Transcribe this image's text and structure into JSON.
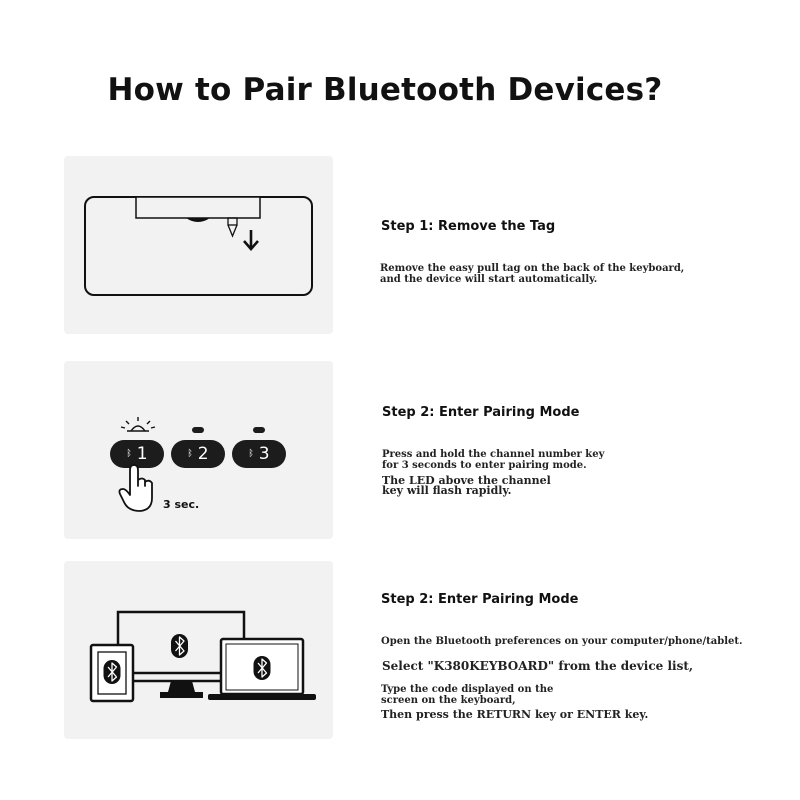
{
  "page": {
    "title": "How to Pair Bluetooth Devices?"
  },
  "steps": [
    {
      "title": "Step 1: Remove the Tag",
      "lines": [
        "Remove the easy pull tag on the back of the keyboard,",
        " and the device will start automatically."
      ]
    },
    {
      "title": "Step 2: Enter Pairing Mode",
      "lines": [
        "Press and hold the channel number key",
        " for 3 seconds to enter pairing mode.",
        "The LED above the channel",
        " key will flash rapidly."
      ],
      "keys": [
        "1",
        "2",
        "3"
      ],
      "hold_label": "3 sec."
    },
    {
      "title": "Step 2: Enter Pairing Mode",
      "lines": [
        "Open the Bluetooth preferences on your computer/phone/tablet.",
        "Select \"K380KEYBOARD\" from the device list,",
        "Type the code displayed on the",
        " screen on the keyboard,",
        "Then press the RETURN key or ENTER key."
      ]
    }
  ],
  "icons": {
    "keyboard": "keyboard-outline-icon",
    "arrow": "arrow-down-icon",
    "bluetooth": "bluetooth-icon",
    "hand": "pointing-hand-icon",
    "led": "led-flash-icon"
  },
  "colors": {
    "panel_bg": "#f2f2f2",
    "key_bg": "#1c1c1c",
    "ink": "#111111"
  }
}
